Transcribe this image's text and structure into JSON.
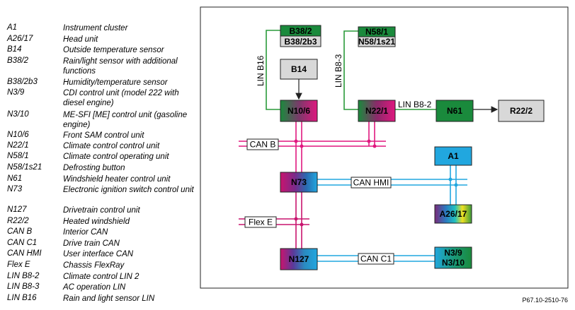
{
  "legend": [
    {
      "code": "A1",
      "desc": "Instrument cluster"
    },
    {
      "code": "A26/17",
      "desc": "Head unit"
    },
    {
      "code": "B14",
      "desc": "Outside temperature sensor"
    },
    {
      "code": "B38/2",
      "desc": "Rain/light sensor with additional functions"
    },
    {
      "code": "B38/2b3",
      "desc": "Humidity/temperature sensor"
    },
    {
      "code": "N3/9",
      "desc": "CDI control unit (model 222 with diesel engine)"
    },
    {
      "code": "N3/10",
      "desc": "ME-SFI [ME] control unit (gasoline engine)"
    },
    {
      "code": "N10/6",
      "desc": "Front SAM control unit"
    },
    {
      "code": "N22/1",
      "desc": "Climate control control unit"
    },
    {
      "code": "N58/1",
      "desc": "Climate control operating unit"
    },
    {
      "code": "N58/1s21",
      "desc": "Defrosting button"
    },
    {
      "code": "N61",
      "desc": "Windshield heater control unit"
    },
    {
      "code": "N73",
      "desc": "Electronic ignition switch control unit"
    },
    {
      "code": "N127",
      "desc": "Drivetrain control unit"
    },
    {
      "code": "R22/2",
      "desc": "Heated windshield"
    },
    {
      "code": "CAN B",
      "desc": "Interior CAN"
    },
    {
      "code": "CAN C1",
      "desc": "Drive train CAN"
    },
    {
      "code": "CAN HMI",
      "desc": "User interface CAN"
    },
    {
      "code": "Flex E",
      "desc": "Chassis FlexRay"
    },
    {
      "code": "LIN B8-2",
      "desc": "Climate control LIN 2"
    },
    {
      "code": "LIN B8-3",
      "desc": "AC operation LIN"
    },
    {
      "code": "LIN B16",
      "desc": "Rain and light sensor LIN"
    }
  ],
  "boxes": {
    "b38_2": "B38/2",
    "b38_2b3": "B38/2b3",
    "b14": "B14",
    "n10_6": "N10/6",
    "n58_1": "N58/1",
    "n58_1s21": "N58/1s21",
    "n22_1": "N22/1",
    "n61": "N61",
    "r22_2": "R22/2",
    "a1": "A1",
    "a26_17": "A26/17",
    "n73": "N73",
    "n127": "N127",
    "n3_9": "N3/9",
    "n3_10": "N3/10"
  },
  "buses": {
    "can_b": "CAN B",
    "can_hmi": "CAN HMI",
    "flex_e": "Flex E",
    "can_c1": "CAN C1",
    "lin_b16": "LIN B16",
    "lin_b8_3": "LIN B8-3",
    "lin_b8_2": "LIN B8-2"
  },
  "colors": {
    "can_b": "#e0177f",
    "flex": "#c8146e",
    "can_blue": "#21a7df",
    "lin": "#2a9a3a"
  },
  "figure_ref": "P67.10-2510-76"
}
